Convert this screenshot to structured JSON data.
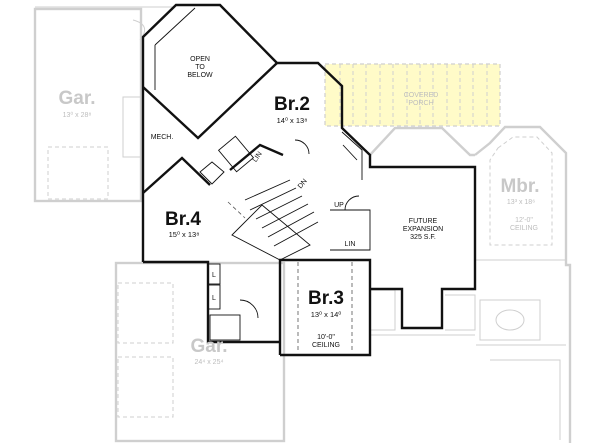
{
  "plan": {
    "rooms": {
      "garage_upper": {
        "name": "Gar.",
        "dims": "13⁰ x 28⁸"
      },
      "open_below": {
        "lines": [
          "OPEN",
          "TO",
          "BELOW"
        ]
      },
      "br2": {
        "name": "Br.2",
        "dims": "14⁰ x 13⁸"
      },
      "mech": {
        "name": "MECH."
      },
      "lin1": {
        "name": "LIN"
      },
      "br4": {
        "name": "Br.4",
        "dims": "15⁰ x 13⁸"
      },
      "stairs_dn": {
        "name": "DN"
      },
      "stairs_up": {
        "name": "UP"
      },
      "lin2": {
        "name": "LIN"
      },
      "future": {
        "lines": [
          "FUTURE",
          "EXPANSION",
          "325 S.F."
        ]
      },
      "porch": {
        "lines": [
          "COVERED",
          "PORCH"
        ]
      },
      "br3": {
        "name": "Br.3",
        "dims": "13⁰ x 14⁰",
        "ceiling": [
          "10'-0\"",
          "CEILING"
        ]
      },
      "mbr": {
        "name": "Mbr.",
        "dims": "13³ x 18⁶",
        "ceiling": [
          "12'-0\"",
          "CEILING"
        ]
      },
      "closet1": {
        "name": "L"
      },
      "closet2": {
        "name": "L"
      },
      "garage_lower": {
        "name": "Gar.",
        "dims": "24⁴ x 25⁴"
      }
    },
    "colors": {
      "walls": "#111111",
      "lower_floor": "#cfcfcf",
      "porch_fill": "#fffbc8"
    }
  }
}
